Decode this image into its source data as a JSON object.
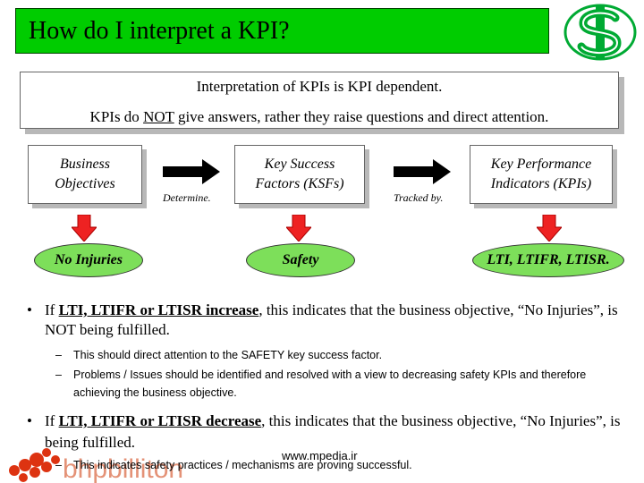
{
  "slide": {
    "title": "How do I interpret a KPI?",
    "intro": {
      "line1": "Interpretation of KPIs is KPI dependent.",
      "line2_before": "KPIs do ",
      "line2_emph": "NOT",
      "line2_after": " give answers, rather they raise questions and direct attention."
    },
    "flow": {
      "box1": [
        "Business",
        "Objectives"
      ],
      "box2": [
        "Key Success",
        "Factors (KSFs)"
      ],
      "box3": [
        "Key Performance",
        "Indicators (KPIs)"
      ],
      "arrow1_label": "Determine.",
      "arrow2_label": "Tracked by."
    },
    "ovals": [
      "No Injuries",
      "Safety",
      "LTI, LTIFR, LTISR."
    ],
    "bullet1": {
      "before": "If ",
      "emph": "LTI, LTIFR or LTISR increase",
      "after": ", this indicates that the business objective, “No Injuries”, is NOT being fulfilled.",
      "subs": [
        "This should direct attention to the SAFETY key success factor.",
        "Problems / Issues should be identified and resolved with a view to decreasing safety KPIs and therefore achieving the business objective."
      ]
    },
    "bullet2": {
      "before": "If ",
      "emph": "LTI, LTIFR or LTISR decrease",
      "after": ", this indicates that the business objective, “No Injuries”, is being fulfilled.",
      "subs": [
        "This indicates safety practices / mechanisms are proving successful."
      ]
    },
    "bullet_symbol": "•",
    "dash_symbol": "–",
    "watermark": "www.mpedia.ir",
    "logo_text": "bhpbilliton"
  },
  "colors": {
    "title_bar": "#00cc00",
    "oval_fill": "#7ddf5a",
    "down_arrow": "#ee2222",
    "logo_green": "#00aa33",
    "logo_red": "#dd3311"
  },
  "icons": {
    "logo": "s-dollar-logo-icon",
    "flow_arrow": "right-arrow-icon",
    "down_arrow": "down-arrow-icon",
    "brand": "bhp-billiton-logo"
  }
}
